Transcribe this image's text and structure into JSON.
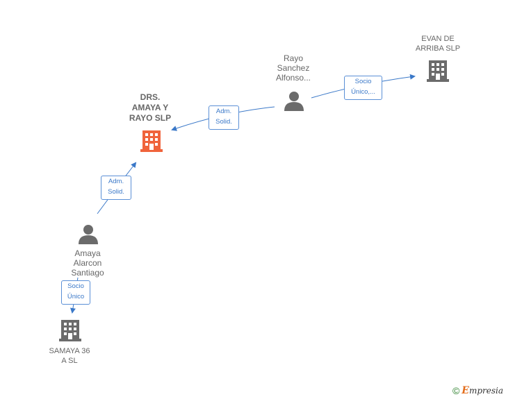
{
  "nodes": {
    "main_company": {
      "label": "DRS.\nAMAYA Y\nRAYO SLP",
      "color": "#f0643c"
    },
    "evan": {
      "label": "EVAN DE\nARRIBA SLP"
    },
    "samaya": {
      "label": "SAMAYA 36\nA SL"
    },
    "rayo": {
      "label": "Rayo\nSanchez\nAlfonso..."
    },
    "amaya": {
      "label": "Amaya\nAlarcon\nSantiago"
    }
  },
  "relations": {
    "rayo_main": "Adm.\nSolid.",
    "rayo_evan": "Socio\nÚnico,...",
    "amaya_main": "Adm.\nSolid.",
    "amaya_samaya": "Socio\nÚnico"
  },
  "footer": {
    "copyright": "©",
    "brand_first": "E",
    "brand_rest": "mpresia"
  },
  "colors": {
    "link": "#3a78c8",
    "icon_gray": "#6b6b6b",
    "highlight": "#f0643c"
  }
}
